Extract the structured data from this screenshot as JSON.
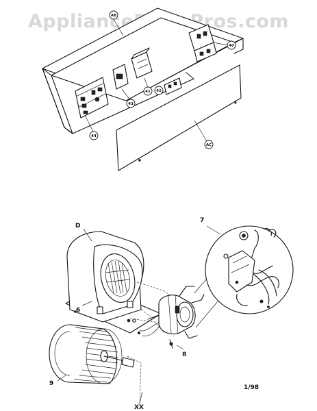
{
  "watermark": "AppliancePartsPros.com",
  "callouts": {
    "ab": "AB",
    "ad_top": "40",
    "c41": "41",
    "c42": "42",
    "c43": "43",
    "c44": "44",
    "ac": "AC",
    "d": "D",
    "seven": "7",
    "six": "6",
    "eight": "8",
    "nine": "9",
    "xx": "XX"
  },
  "date_code": "1/98"
}
